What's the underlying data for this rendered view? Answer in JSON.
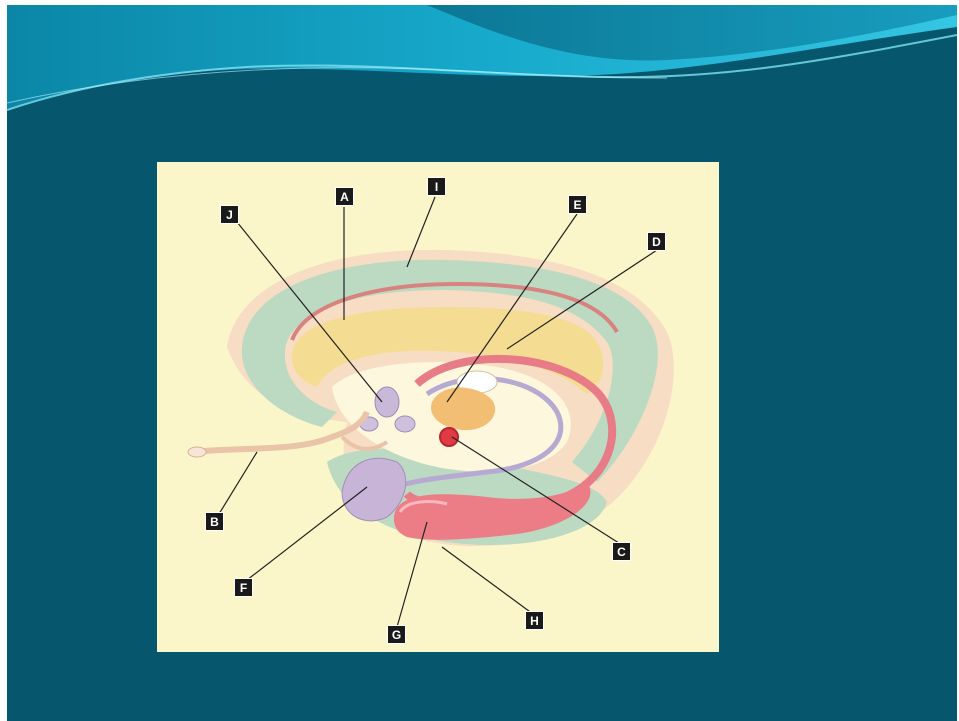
{
  "slide": {
    "background": "#06566e",
    "accent": "#14a6c8"
  },
  "figure": {
    "background": "#fbf6c9",
    "labels": {
      "A": "A",
      "B": "B",
      "C": "C",
      "D": "D",
      "E": "E",
      "F": "F",
      "G": "G",
      "H": "H",
      "I": "I",
      "J": "J"
    }
  }
}
